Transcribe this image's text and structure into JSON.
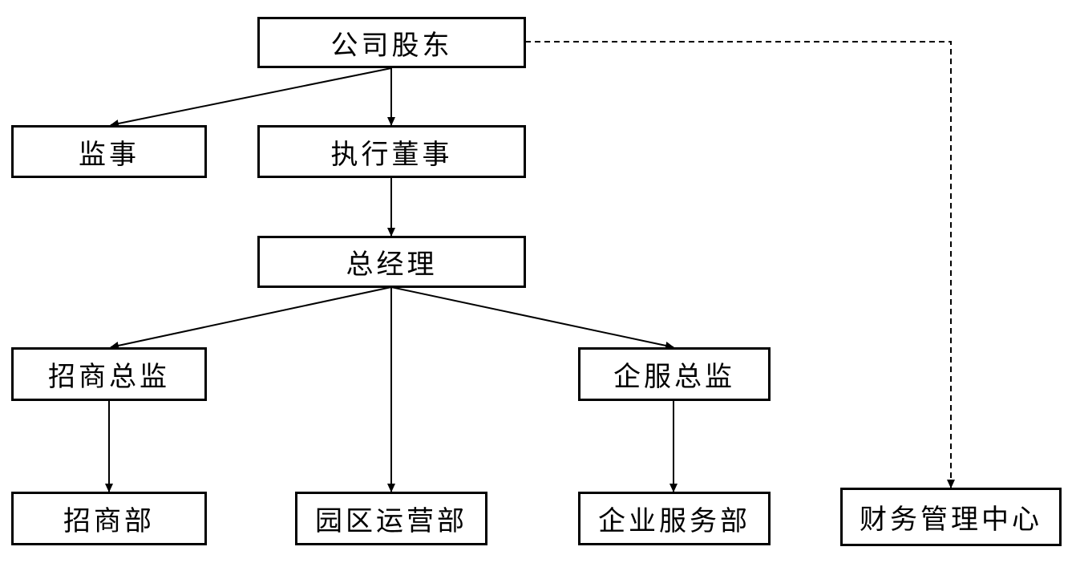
{
  "nodes": {
    "shareholders": "公司股东",
    "supervisor": "监事",
    "executive_director": "执行董事",
    "general_manager": "总经理",
    "investment_director": "招商总监",
    "enterprise_service_director": "企服总监",
    "investment_department": "招商部",
    "park_operations_department": "园区运营部",
    "enterprise_service_department": "企业服务部",
    "finance_center": "财务管理中心"
  },
  "edges": [
    {
      "from": "shareholders",
      "to": "supervisor",
      "style": "solid"
    },
    {
      "from": "shareholders",
      "to": "executive_director",
      "style": "solid"
    },
    {
      "from": "shareholders",
      "to": "finance_center",
      "style": "dashed"
    },
    {
      "from": "executive_director",
      "to": "general_manager",
      "style": "solid"
    },
    {
      "from": "general_manager",
      "to": "investment_director",
      "style": "solid"
    },
    {
      "from": "general_manager",
      "to": "park_operations_department",
      "style": "solid"
    },
    {
      "from": "general_manager",
      "to": "enterprise_service_director",
      "style": "solid"
    },
    {
      "from": "investment_director",
      "to": "investment_department",
      "style": "solid"
    },
    {
      "from": "enterprise_service_director",
      "to": "enterprise_service_department",
      "style": "solid"
    }
  ],
  "colors": {
    "border": "#000000",
    "background": "#ffffff",
    "text": "#000000"
  }
}
